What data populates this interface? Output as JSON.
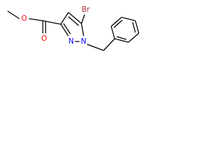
{
  "molecule": {
    "atoms": {
      "O_ether": {
        "symbol": "O",
        "color": "#ff0000"
      },
      "O_carbonyl": {
        "symbol": "O",
        "color": "#ff0000"
      },
      "Br": {
        "symbol": "Br",
        "color": "#a52a2a"
      },
      "N2": {
        "symbol": "N",
        "color": "#0000ff"
      },
      "N1": {
        "symbol": "N",
        "color": "#0000ff"
      }
    }
  }
}
